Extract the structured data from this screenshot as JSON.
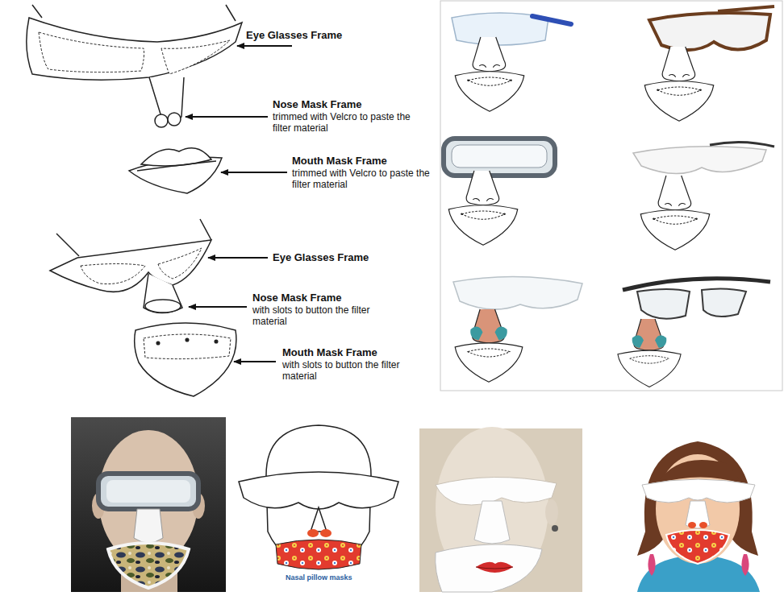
{
  "diagram": {
    "labels": [
      "Eye Glasses Frame",
      "Nose Mask Frame",
      "trimmed with Velcro to paste the filter material",
      "Mouth Mask Frame",
      "trimmed with Velcro to paste the filter material",
      "Eye Glasses Frame",
      "Nose Mask Frame",
      "with slots to button the filter material",
      "Mouth Mask Frame",
      "with slots to button the filter material",
      "Nasal pillow masks"
    ]
  }
}
